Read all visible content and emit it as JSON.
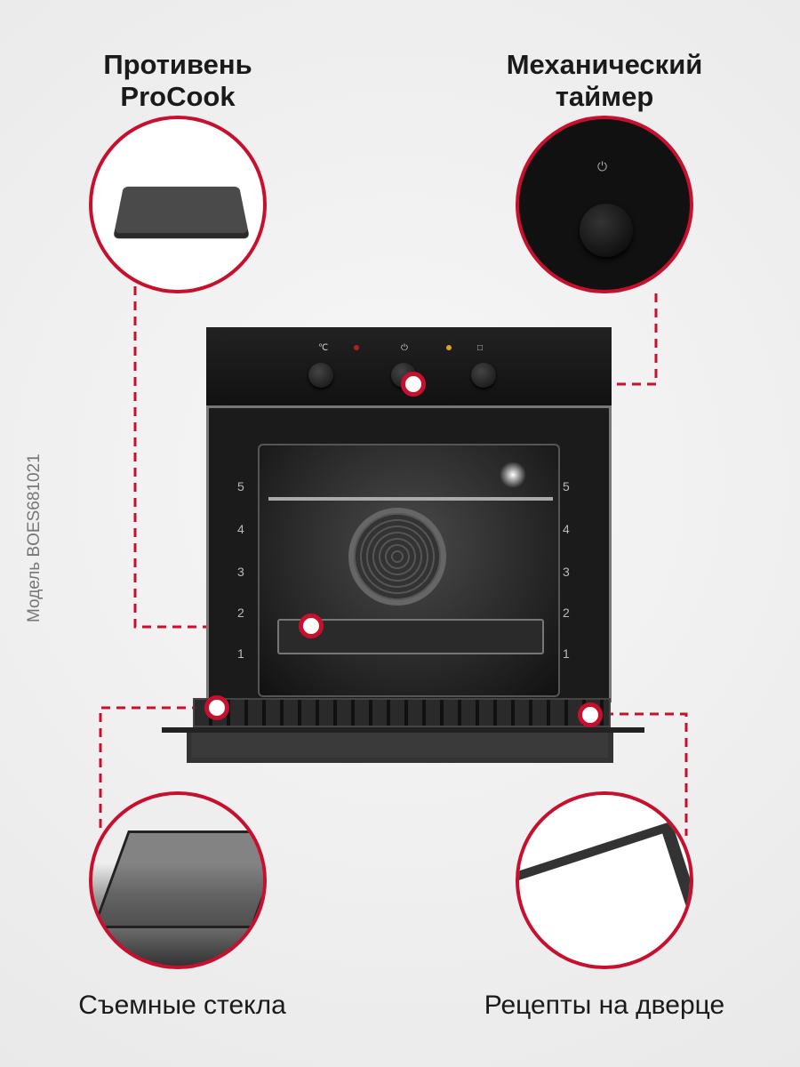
{
  "callouts": {
    "tray": {
      "title_line1": "Противень",
      "title_line2": "ProCook"
    },
    "timer": {
      "title_line1": "Механический",
      "title_line2": "таймер"
    },
    "glass": {
      "title": "Съемные стекла"
    },
    "recipes": {
      "title": "Рецепты на дверце"
    }
  },
  "model_label": "Модель BOES681021",
  "panel": {
    "sym_temp": "℃",
    "sym_timer": "⏻",
    "sym_mode": "□"
  },
  "rack_levels": [
    "5",
    "4",
    "3",
    "2",
    "1"
  ],
  "colors": {
    "accent": "#c8102e",
    "panel": "#151515"
  }
}
